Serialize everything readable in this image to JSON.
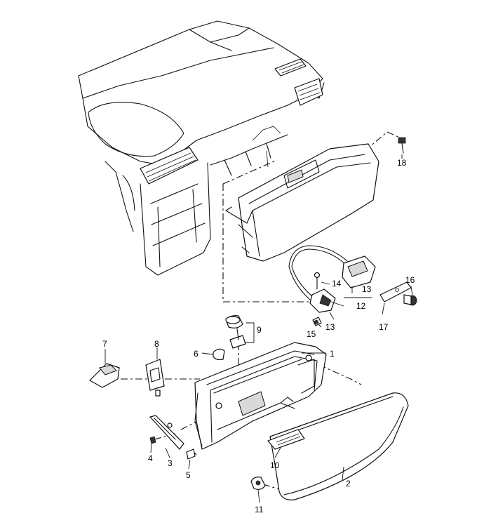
{
  "callouts": {
    "c1": "1",
    "c2": "2",
    "c3": "3",
    "c4": "4",
    "c5": "5",
    "c6": "6",
    "c7": "7",
    "c8": "8",
    "c9": "9",
    "c10": "10",
    "c11": "11",
    "c12": "12",
    "c13a": "13",
    "c13b": "13",
    "c14": "14",
    "c15": "15",
    "c16": "16",
    "c17": "17",
    "c18": "18"
  }
}
